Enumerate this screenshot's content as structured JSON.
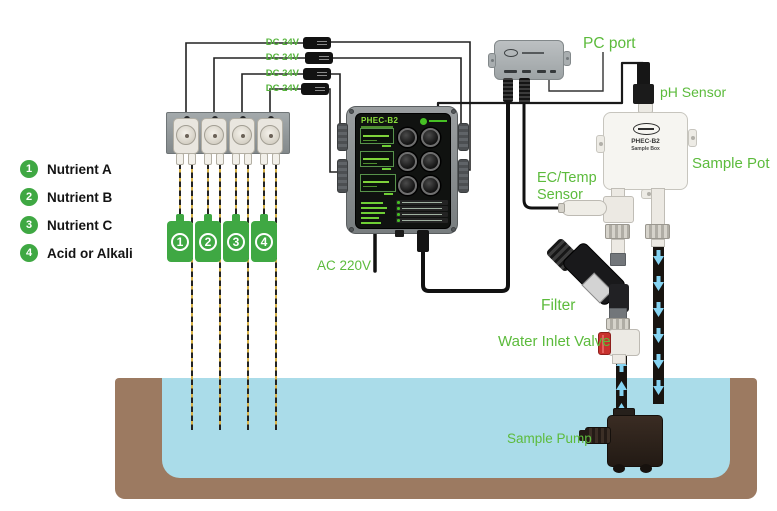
{
  "legend": {
    "items": [
      {
        "num": "1",
        "label": "Nutrient A"
      },
      {
        "num": "2",
        "label": "Nutrient B"
      },
      {
        "num": "3",
        "label": "Nutrient C"
      },
      {
        "num": "4",
        "label": "Acid or Alkali"
      }
    ]
  },
  "power": {
    "dc_labels": [
      "DC 24V",
      "DC 24V",
      "DC 24V",
      "DC 24V"
    ],
    "ac_label": "AC 220V"
  },
  "controller": {
    "title": "PHEC-B2"
  },
  "sample_pot": {
    "brand": "PHEC-B2",
    "model": "Sample Box"
  },
  "labels": {
    "pc_port": "PC port",
    "ph_sensor": "pH Sensor",
    "sample_pot": "Sample Pot",
    "ec_temp_line1": "EC/Temp",
    "ec_temp_line2": "Sensor",
    "filter": "Filter",
    "water_inlet_valve": "Water Inlet Valve",
    "sample_pump": "Sample Pump"
  },
  "tags": [
    "1",
    "2",
    "3",
    "4"
  ],
  "colors": {
    "label_green": "#5cbb3c",
    "tag_green": "#3fa843",
    "screen_green": "#7fd43a",
    "water_blue": "#aadce9",
    "tank_brown": "#9c7a61",
    "valve_red": "#c8322e"
  }
}
